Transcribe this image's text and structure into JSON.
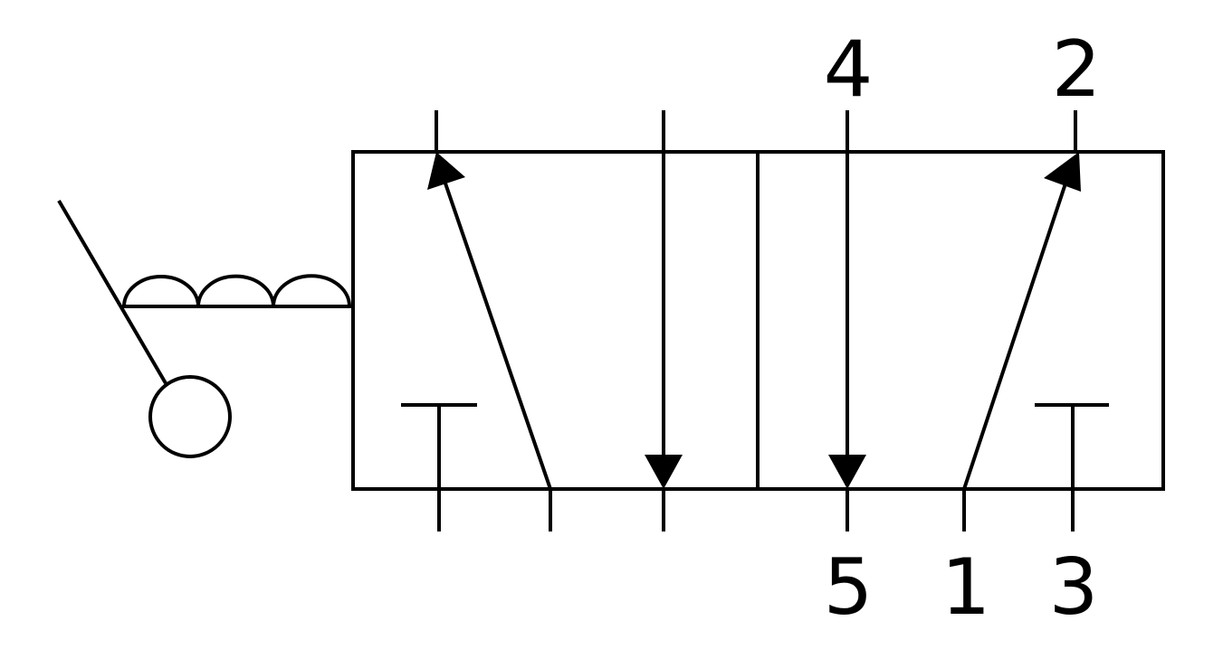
{
  "diagram": {
    "kind": "5/2 directional valve symbol, roller lever actuated",
    "stroke_color": "#000000",
    "background_color": "#ffffff",
    "ports": {
      "port_4": "4",
      "port_2": "2",
      "port_5": "5",
      "port_1": "1",
      "port_3": "3"
    }
  }
}
